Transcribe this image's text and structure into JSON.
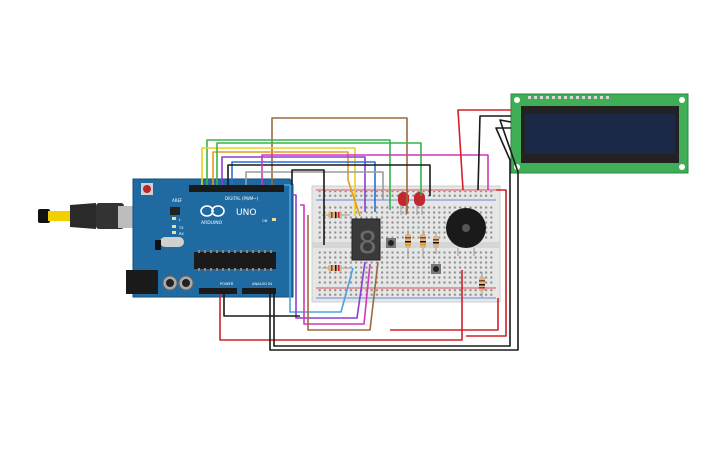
{
  "arduino": {
    "brand": "ARDUINO",
    "model": "UNO",
    "digital_label": "DIGITAL (PWM~)",
    "power_label": "POWER",
    "analog_label": "ANALOG IN",
    "tx_label": "TX",
    "rx_label": "RX",
    "l_label": "L",
    "on_label": "ON",
    "aref_label": "AREF",
    "gnd_label": "GND"
  },
  "colors": {
    "board": "#1f6ba1",
    "breadboard": "#e6e6e6",
    "lcd_pcb": "#3fae57",
    "lcd_screen": "#1b2848",
    "wire_red": "#d0202a",
    "wire_black": "#1a1a1a",
    "wire_orange": "#e89a1c",
    "wire_yellow": "#e8d21c",
    "wire_green": "#37b34a",
    "wire_blue": "#2a6fd6",
    "wire_purple": "#8a3fd1",
    "wire_magenta": "#d437b8",
    "wire_brown": "#9a6a3c",
    "wire_gray": "#9c9c9c",
    "wire_lightblue": "#4aa3e0"
  },
  "components": {
    "seven_segment_digit": "8",
    "icons": [
      "usb-cable-icon",
      "buzzer-icon",
      "lcd-display-icon",
      "seven-segment-icon",
      "resistor-icon",
      "led-icon",
      "pushbutton-icon",
      "potentiometer-icon"
    ]
  }
}
